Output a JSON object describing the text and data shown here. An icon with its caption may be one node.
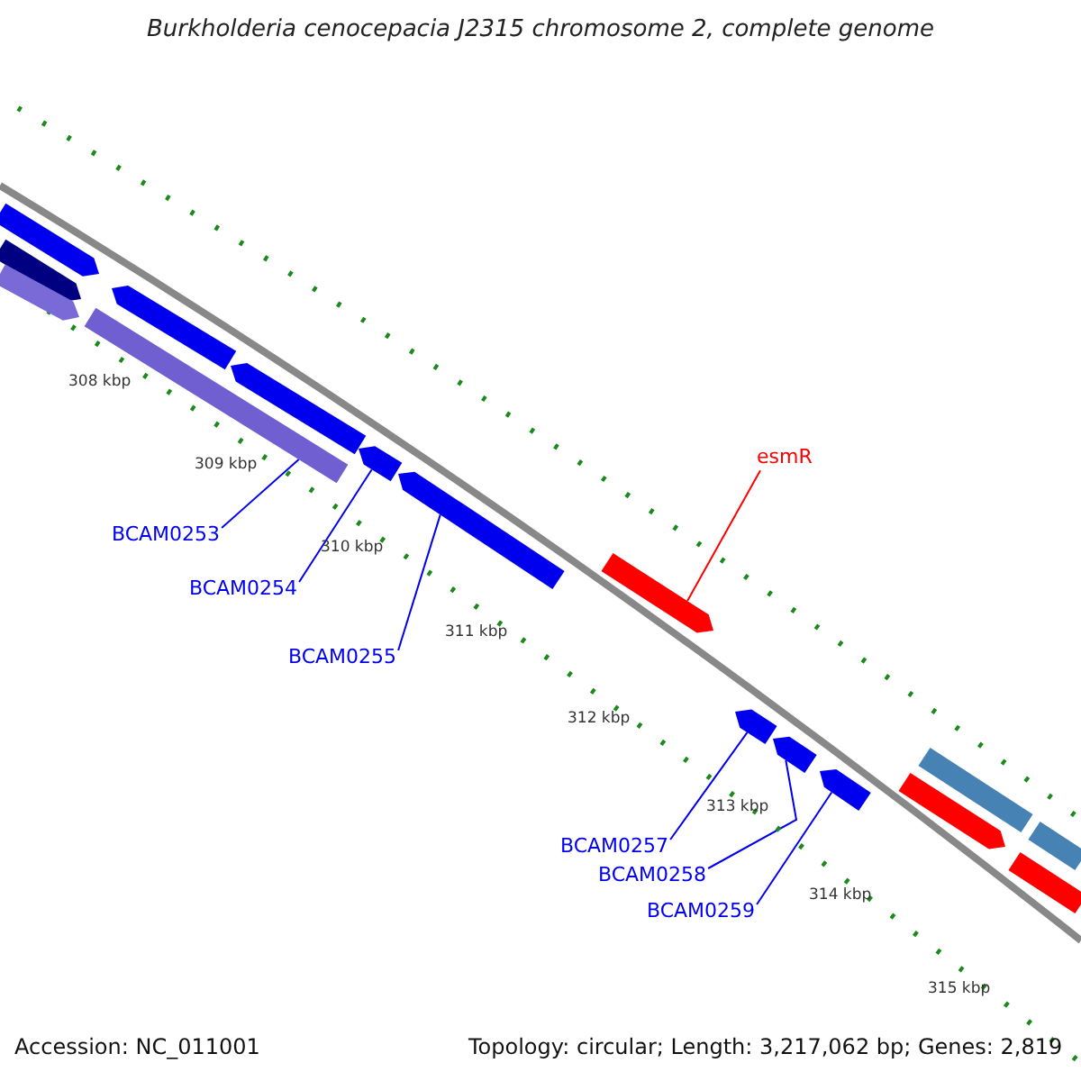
{
  "diagram": {
    "title": "Burkholderia cenocepacia J2315 chromosome 2, complete genome",
    "nodes": [
      {
        "text": [
          "BCAM0253"
        ]
      },
      {
        "text": [],
        "shape": "bar"
      },
      {
        "text": [
          "BCAM0254"
        ]
      },
      {
        "text": [],
        "shape": "bar"
      },
      {
        "text": [
          "BCAM0255"
        ]
      },
      {
        "text": [],
        "shape": "bar"
      },
      {
        "text": [
          "esmR"
        ]
      },
      {
        "text": [],
        "shape": "bar"
      },
      {
        "text": [
          "BCAM0257"
        ]
      },
      {
        "text": [],
        "shape": "bar"
      },
      {
        "text": [
          "BCAM0258"
        ]
      },
      {
        "text": [],
        "shape": "bar"
      },
      {
        "text": [
          "BCAM0259"
        ]
      },
      {
        "text": [],
        "shape": "bar"
      },
      {
        "text": [],
        "shape": "bar"
      },
      {
        "text": [],
        "shape": "bar"
      },
      {
        "text": [],
        "shape": "bar"
      },
      {
        "text": [],
        "shape": "bar"
      },
      {
        "text": [],
        "shape": "bar"
      },
      {
        "text": [],
        "shape": "box"
      },
      {
        "text": [],
        "shape": "box"
      },
      {
        "text": [],
        "shape": "bar"
      },
      {
        "text": [],
        "shape": "box"
      }
    ],
    "edges": [
      {
        "from": 0,
        "to": 1,
        "arrow": "none"
      },
      {
        "from": 2,
        "to": 3,
        "arrow": "none"
      },
      {
        "from": 4,
        "to": 5,
        "arrow": "none"
      },
      {
        "from": 6,
        "to": 7,
        "arrow": "none",
        "color": "#ff0000"
      },
      {
        "from": 8,
        "to": 9,
        "arrow": "none"
      },
      {
        "from": 10,
        "to": 11,
        "arrow": "none"
      },
      {
        "from": 12,
        "to": 13,
        "arrow": "none"
      }
    ],
    "labels": [
      "308 kbp",
      "309 kbp",
      "310 kbp",
      "311 kbp",
      "312 kbp",
      "313 kbp",
      "314 kbp",
      "315 kbp",
      "Accession: NC_011001",
      "Topology: circular; Length: 3,217,062 bp; Genes: 2,819"
    ]
  }
}
